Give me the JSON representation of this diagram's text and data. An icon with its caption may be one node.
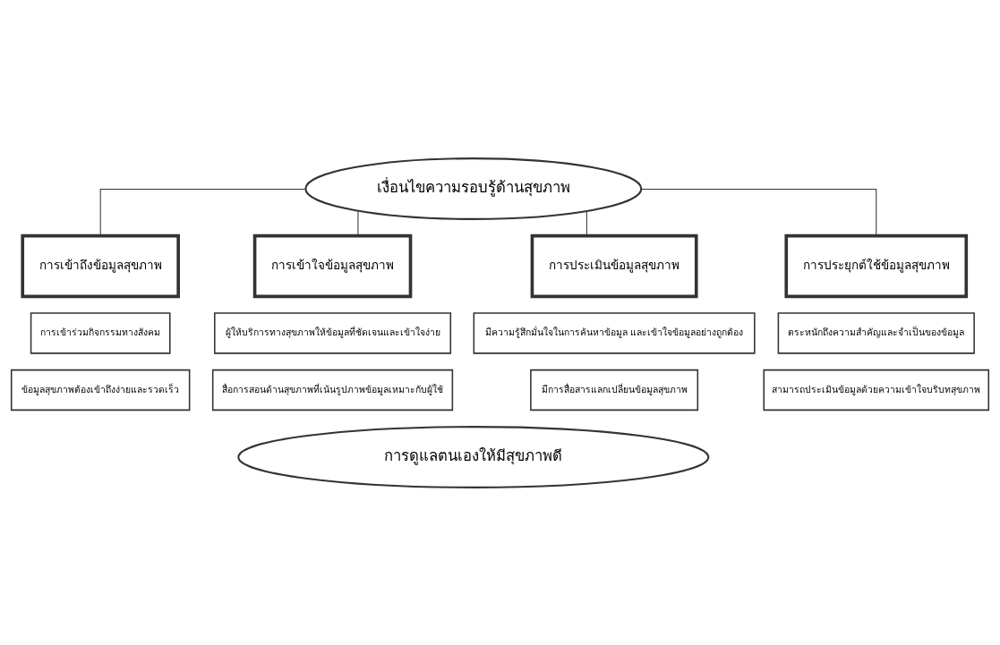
{
  "diagram": {
    "nodes": [
      {
        "text": [
          "เงื่อนไขความรอบรู้ด้านสุขภาพ"
        ]
      },
      {
        "text": [
          "การเข้าถึงข้อมูลสุขภาพ"
        ]
      },
      {
        "text": [
          "การเข้าร่วมกิจกรรมทางสังคม"
        ]
      },
      {
        "text": [
          "ข้อมูลสุขภาพต้องเข้าถึงง่ายและรวดเร็ว"
        ]
      },
      {
        "text": [
          "การเข้าใจข้อมูลสุขภาพ"
        ]
      },
      {
        "text": [
          "ผู้ให้บริการทางสุขภาพให้ข้อมูลที่ชัดเจนและเข้าใจง่าย"
        ]
      },
      {
        "text": [
          "สื่อการสอนด้านสุขภาพที่เน้นรูปภาพข้อมูลเหมาะกับผู้ใช้"
        ]
      },
      {
        "text": [
          "การประเมินข้อมูลสุขภาพ"
        ]
      },
      {
        "text": [
          "มีความรู้สึกมั่นใจในการค้นหาข้อมูล และเข้าใจข้อมูลอย่างถูกต้อง"
        ]
      },
      {
        "text": [
          "มีการสื่อสารแลกเปลี่ยนข้อมูลสุขภาพ"
        ]
      },
      {
        "text": [
          "การประยุกต์ใช้ข้อมูลสุขภาพ"
        ]
      },
      {
        "text": [
          "ตระหนักถึงความสำคัญและจำเป็นของข้อมูล"
        ]
      },
      {
        "text": [
          "สามารถประเมินข้อมูลด้วยความเข้าใจบริบทสุขภาพ"
        ]
      },
      {
        "text": [
          "การดูแลตนเองให้มีสุขภาพดี"
        ]
      }
    ],
    "edges": [
      {
        "from": 0,
        "to": 1,
        "arrow": "none"
      },
      {
        "from": 0,
        "to": 4,
        "arrow": "none"
      },
      {
        "from": 0,
        "to": 7,
        "arrow": "none"
      },
      {
        "from": 0,
        "to": 10,
        "arrow": "none"
      }
    ]
  }
}
